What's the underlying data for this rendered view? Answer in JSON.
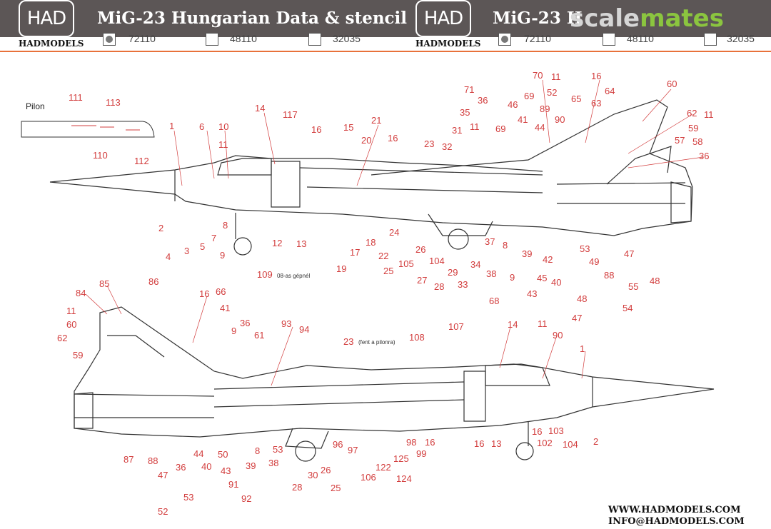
{
  "header": {
    "logo_left": "HAD",
    "logo_left_sub": "HADMODELS",
    "title_left": "MiG-23 Hungarian Data & stencil",
    "logo_right": "HAD",
    "logo_right_sub": "HADMODELS",
    "title_right": "MiG-23 H",
    "watermark_a": "scale",
    "watermark_b": "mates",
    "scales_left": [
      "72110",
      "48110",
      "32035"
    ],
    "scales_right": [
      "72110",
      "48110",
      "32035"
    ],
    "selected_scale": "72110"
  },
  "pylon": {
    "title": "Pilon"
  },
  "side_note": "08-as gépnél",
  "side_note_2": "(fent a pilonra)",
  "footer": {
    "web": "WWW.HADMODELS.COM",
    "email": "INFO@HADMODELS.COM"
  },
  "colors": {
    "band": "#5c5656",
    "accent": "#e8713a",
    "callout": "#d23c3c",
    "brand": "#8bc53f"
  },
  "callouts_top": [
    "111",
    "113",
    "110",
    "112",
    "1",
    "2",
    "4",
    "3",
    "5",
    "7",
    "6",
    "10",
    "11",
    "8",
    "9",
    "14",
    "117",
    "12",
    "13",
    "109",
    "16",
    "15",
    "20",
    "21",
    "19",
    "17",
    "18",
    "22",
    "24",
    "25",
    "16",
    "23",
    "32",
    "31",
    "11",
    "35",
    "36",
    "71",
    "26",
    "105",
    "27",
    "28",
    "29",
    "33",
    "34",
    "104",
    "37",
    "38",
    "8",
    "9",
    "39",
    "68",
    "69",
    "70",
    "69",
    "46",
    "11",
    "41",
    "44",
    "89",
    "52",
    "90",
    "16",
    "65",
    "63",
    "64",
    "60",
    "62",
    "11",
    "59",
    "57",
    "58",
    "36",
    "43",
    "42",
    "45",
    "40",
    "48",
    "47",
    "53",
    "49",
    "88",
    "55",
    "54",
    "47",
    "48"
  ],
  "callouts_bottom": [
    "84",
    "85",
    "86",
    "16",
    "66",
    "41",
    "11",
    "60",
    "62",
    "59",
    "36",
    "9",
    "61",
    "93",
    "94",
    "23",
    "108",
    "107",
    "14",
    "11",
    "90",
    "1",
    "2",
    "87",
    "88",
    "47",
    "36",
    "44",
    "40",
    "50",
    "43",
    "91",
    "52",
    "53",
    "92",
    "39",
    "8",
    "53",
    "38",
    "28",
    "30",
    "26",
    "25",
    "96",
    "97",
    "106",
    "122",
    "124",
    "125",
    "99",
    "98",
    "16",
    "16",
    "13",
    "16",
    "103",
    "102",
    "104"
  ]
}
